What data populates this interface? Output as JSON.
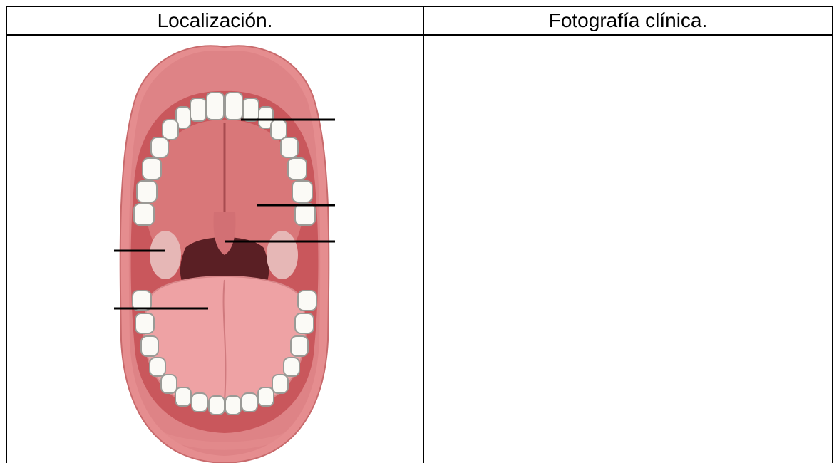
{
  "table": {
    "columns": [
      {
        "header": "Localización."
      },
      {
        "header": "Fotografía clínica."
      }
    ],
    "cells": {
      "left": {
        "content": "mouth-anatomy-illustration"
      },
      "right": {
        "content": ""
      }
    }
  },
  "colors": {
    "lip": "#e58d8f",
    "lip_dark": "#c86a6c",
    "mouth_interior": "#c9575c",
    "palate": "#d97779",
    "throat": "#5a1f24",
    "tongue": "#eea2a4",
    "tonsil": "#e6b7b6",
    "tooth": "#fbfaf6",
    "tooth_outline": "#9a9a96",
    "gum": "#e48a8c",
    "border": "#000000"
  }
}
